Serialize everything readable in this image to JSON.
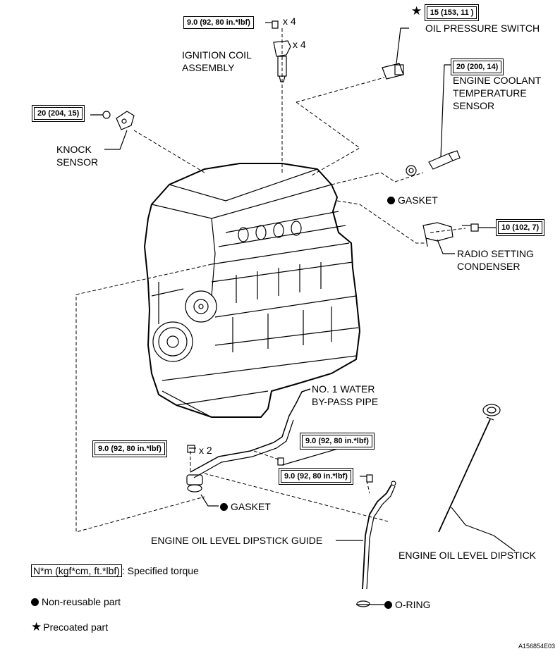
{
  "torques": {
    "ignition_coil_bolt": "9.0 (92, 80 in.*lbf)",
    "oil_pressure_switch": "15 (153, 11 )",
    "coolant_sensor": "20 (200, 14)",
    "knock_sensor": "20 (204, 15)",
    "condenser_bolt": "10 (102, 7)",
    "bypass_pipe_nut": "9.0 (92, 80 in.*lbf)",
    "bypass_pipe_bolt": "9.0 (92, 80 in.*lbf)",
    "dipstick_guide_bolt": "9.0 (92, 80 in.*lbf)"
  },
  "multipliers": {
    "coil_bolt": "x 4",
    "coil": "x 4",
    "pipe_nut": "x 2"
  },
  "labels": {
    "ignition_coil": [
      "IGNITION COIL",
      "ASSEMBLY"
    ],
    "oil_pressure_switch": "OIL PRESSURE SWITCH",
    "coolant_sensor": [
      "ENGINE COOLANT",
      "TEMPERATURE",
      "SENSOR"
    ],
    "knock_sensor": [
      "KNOCK",
      "SENSOR"
    ],
    "gasket_top": "GASKET",
    "condenser": [
      "RADIO SETTING",
      "CONDENSER"
    ],
    "bypass_pipe": [
      "NO. 1 WATER",
      "BY-PASS PIPE"
    ],
    "gasket_bottom": "GASKET",
    "dipstick_guide": "ENGINE OIL LEVEL DIPSTICK GUIDE",
    "dipstick": "ENGINE OIL LEVEL DIPSTICK",
    "o_ring": "O-RING"
  },
  "legend": {
    "torque_box": "N*m (kgf*cm, ft.*lbf)",
    "torque_text": ": Specified torque",
    "non_reusable": "Non-reusable part",
    "precoated": "Precoated part"
  },
  "figure_code": "A156854E03"
}
